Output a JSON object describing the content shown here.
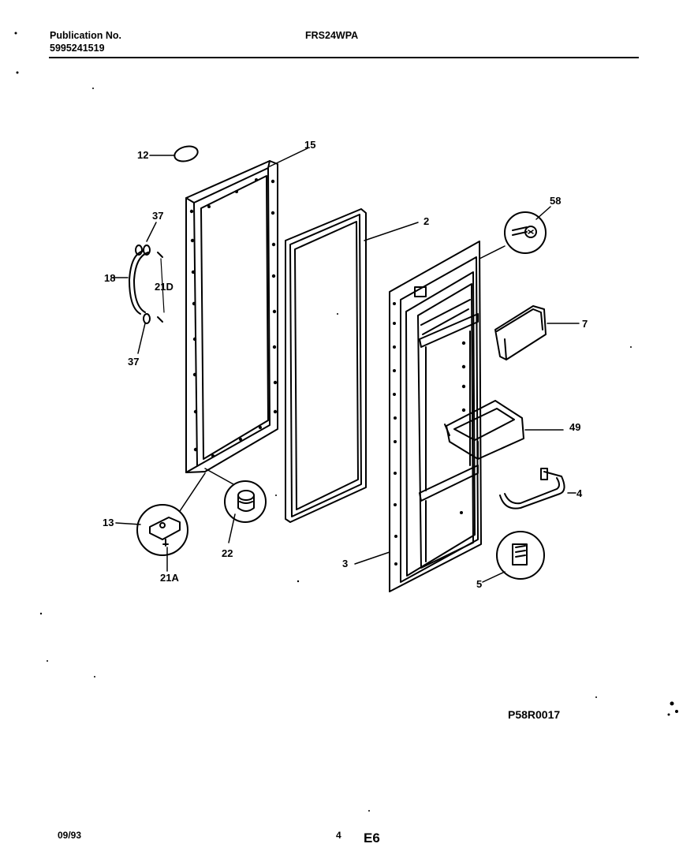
{
  "header": {
    "publication_label": "Publication No.",
    "publication_number": "5995241519",
    "model": "FRS24WPA"
  },
  "diagram": {
    "part_labels": [
      "12",
      "15",
      "2",
      "58",
      "37",
      "18",
      "21D",
      "37",
      "7",
      "49",
      "4",
      "13",
      "22",
      "21A",
      "3",
      "5"
    ],
    "reference_code": "P58R0017"
  },
  "footer": {
    "date": "09/93",
    "page_number": "4",
    "section": "E6"
  }
}
